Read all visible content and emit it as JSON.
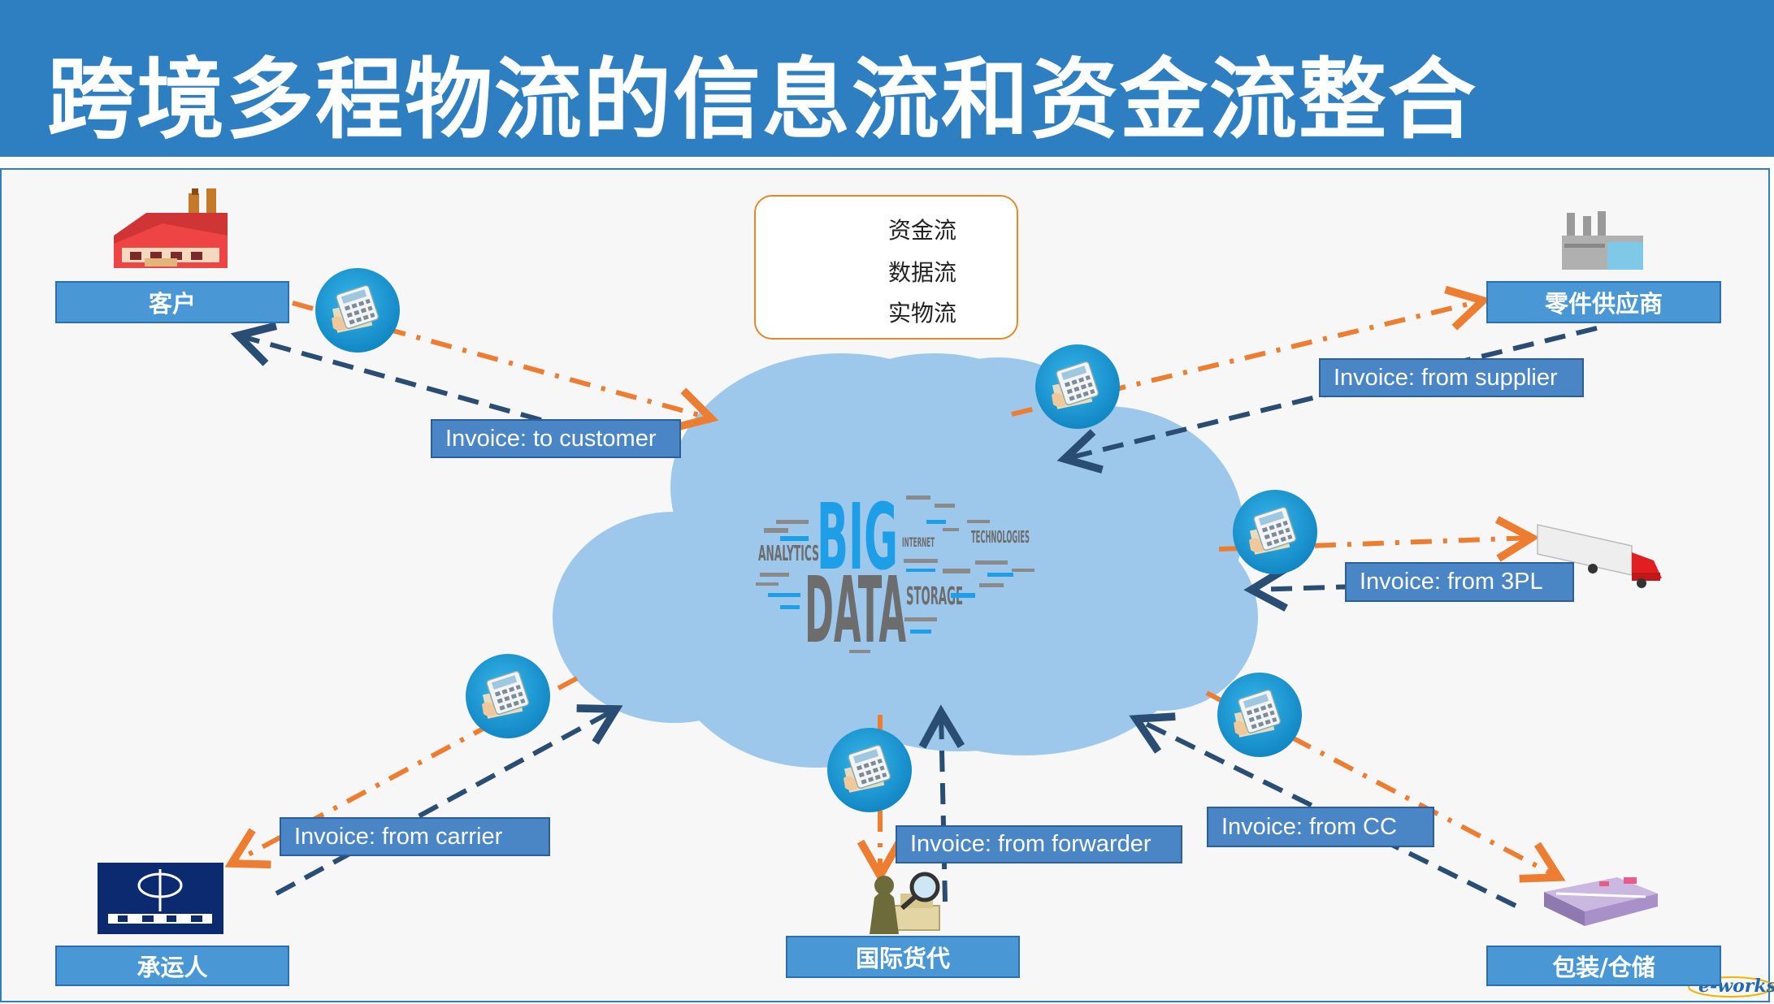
{
  "title": "跨境多程物流的信息流和资金流整合",
  "legend": {
    "money_flow": "资金流",
    "data_flow": "数据流",
    "physical_flow": "实物流"
  },
  "nodes": {
    "customer": "客户",
    "supplier": "零件供应商",
    "carrier": "承运人",
    "forwarder": "国际货代",
    "warehouse": "包装/仓储"
  },
  "invoices": {
    "to_customer": "Invoice: to customer",
    "from_supplier": "Invoice: from supplier",
    "from_3pl": "Invoice: from 3PL",
    "from_carrier": "Invoice: from carrier",
    "from_forwarder": "Invoice: from forwarder",
    "from_cc": "Invoice: from CC"
  },
  "cloud_words": {
    "big": "BIG",
    "data": "DATA",
    "analytics": "ANALYTICS",
    "storage": "STORAGE",
    "technologies": "TECHNOLOGIES",
    "internet": "INTERNET"
  },
  "watermark": "e-works",
  "colors": {
    "title_bar": "#2e7ec2",
    "money_flow": "#ed7d31",
    "data_flow": "#2a4d73",
    "node_box": "#4a97d6",
    "invoice_label": "#4a86c6",
    "cloud": "#9dc8ec",
    "circle_badge": "#1a9ad6"
  },
  "icons": {
    "customer": "factory-icon",
    "supplier": "building-icon",
    "carrier": "cosco-logo",
    "forwarder": "inspector-icon",
    "warehouse": "conveyor-icon",
    "3pl": "truck-icon",
    "badge": "calculator-icon"
  }
}
